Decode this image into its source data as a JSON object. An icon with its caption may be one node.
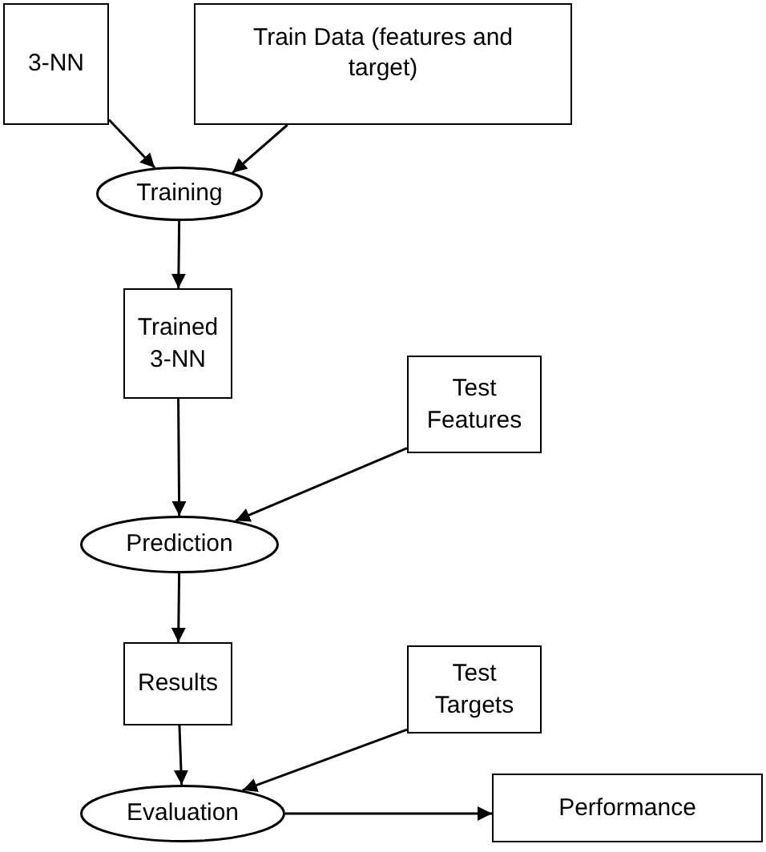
{
  "diagram": {
    "nodes": [
      {
        "text": [
          "3-NN"
        ]
      },
      {
        "text": [
          "Train Data (features and target)"
        ]
      },
      {
        "text": [
          "Training"
        ]
      },
      {
        "text": [
          "Trained 3-NN"
        ]
      },
      {
        "text": [
          "Test Features"
        ]
      },
      {
        "text": [
          "Prediction"
        ]
      },
      {
        "text": [
          "Results"
        ]
      },
      {
        "text": [
          "Test Targets"
        ]
      },
      {
        "text": [
          "Evaluation"
        ]
      },
      {
        "text": [
          "Performance"
        ]
      }
    ],
    "edges": [
      {
        "from": 0,
        "to": 2,
        "arrow": "to"
      },
      {
        "from": 1,
        "to": 2,
        "arrow": "to"
      },
      {
        "from": 2,
        "to": 3,
        "arrow": "to"
      },
      {
        "from": 3,
        "to": 5,
        "arrow": "to"
      },
      {
        "from": 4,
        "to": 5,
        "arrow": "to"
      },
      {
        "from": 5,
        "to": 6,
        "arrow": "to"
      },
      {
        "from": 6,
        "to": 8,
        "arrow": "to"
      },
      {
        "from": 7,
        "to": 8,
        "arrow": "to"
      },
      {
        "from": 8,
        "to": 9,
        "arrow": "to"
      }
    ]
  }
}
